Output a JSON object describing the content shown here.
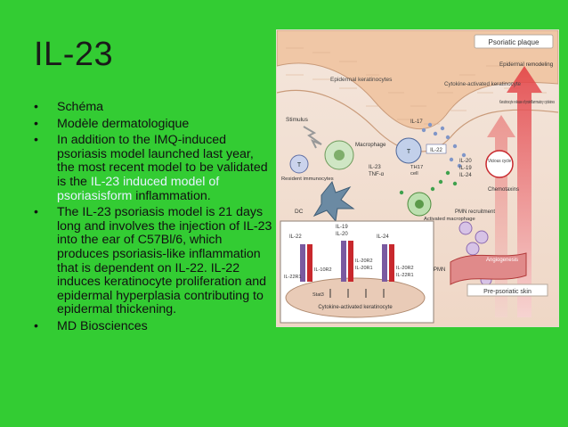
{
  "slide": {
    "title": "IL-23",
    "bullets": [
      {
        "text": "Schéma"
      },
      {
        "text": "Modèle dermatologique"
      },
      {
        "text_before": "In addition to the IMQ-induced psoriasis model launched last year, the most recent model to be validated is the ",
        "link_text": "IL-23 induced model of psoriasisform",
        "text_after": " inflammation."
      },
      {
        "text": "The IL-23 psoriasis model is 21 days long and involves the injection of IL-23 into the ear of C57Bl/6, which produces psoriasis-like inflammation that is dependent on IL-22. IL-22 induces keratinocyte proliferation and epidermal hyperplasia contributing to epidermal thickening."
      },
      {
        "text": "MD Biosciences"
      }
    ],
    "bullet_glyph": "•"
  },
  "figure": {
    "labels": {
      "psoriatic_plaque": "Psoriatic plaque",
      "epidermal_keratinocytes": "Epidermal keratinocytes",
      "cytokine_activated_keratinocyte": "Cytokine-activated keratinocyte",
      "epidermal_remodeling": "Epidermal remodeling",
      "keratinocyte_release": "Keratinocyte release of proinflammatory cytokines",
      "stimulus": "Stimulus",
      "macrophage": "Macrophage",
      "il17": "IL-17",
      "il22": "IL-22",
      "t": "T",
      "th17": "TH17",
      "cell": "cell",
      "il23": "IL-23",
      "tnf": "TNF-α",
      "resident_immunocytes": "Resident immunocytes",
      "dc": "DC",
      "vicious_cycle": "Vicious cycle",
      "il20": "IL-20",
      "il19": "IL-19",
      "il24": "IL-24",
      "chemotaxins": "Chemotaxins",
      "activated_macrophage": "Activated macrophage",
      "pmn_recruitment": "PMN recruitment",
      "angiogenesis": "Angiogenesis",
      "pmn": "PMN",
      "pre_psoriatic_skin": "Pre-psoriatic skin",
      "inset_il22": "IL-22",
      "inset_il19": "IL-19",
      "inset_il20": "IL-20",
      "inset_il24": "IL-24",
      "il10r2": "IL-10R2",
      "il22r1": "IL-22R1",
      "il20r2": "IL-20R2",
      "il20r1": "IL-20R1",
      "il20r2b": "IL-20R2",
      "il22r1b": "IL-22R1",
      "stat3": "Stat3",
      "inset_cytokine_activated": "Cytokine-activated keratinocyte"
    },
    "colors": {
      "background": "#33cc33",
      "skin": "#f2c9a8",
      "arrow_red": "#d9353a",
      "receptor_purple": "#7a5aa0",
      "receptor_red": "#c8282d"
    }
  }
}
